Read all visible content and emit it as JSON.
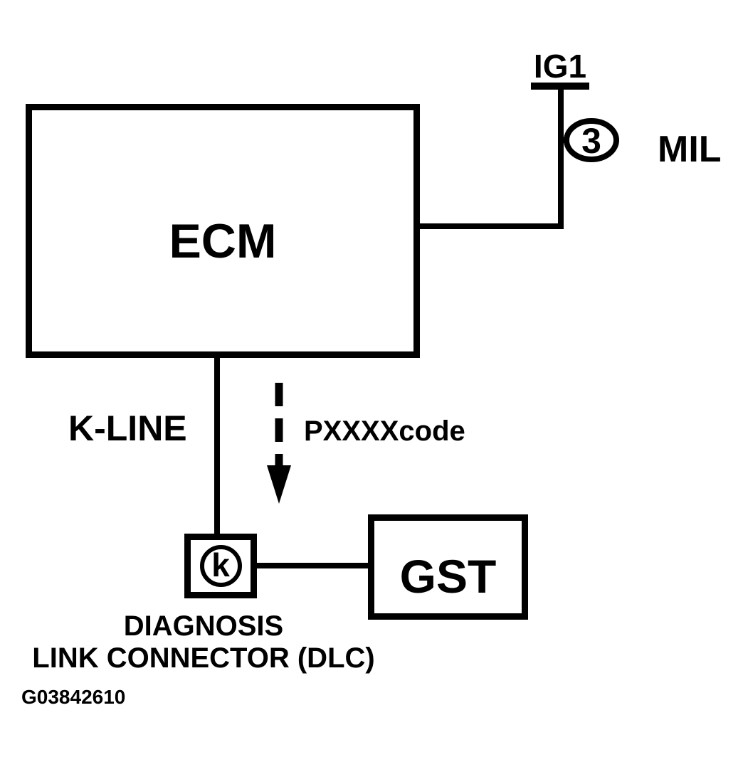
{
  "figure": {
    "id_label": "G03842610",
    "colors": {
      "ink": "#000000",
      "paper": "#ffffff"
    }
  },
  "nodes": {
    "ecm": {
      "label": "ECM"
    },
    "gst": {
      "label": "GST"
    },
    "dlc": {
      "symbol": "k",
      "caption_line1": "DIAGNOSIS",
      "caption_line2": "LINK CONNECTOR (DLC)"
    },
    "mil": {
      "label": "MIL",
      "filament_glyph": "3"
    },
    "ig1": {
      "label": "IG1"
    }
  },
  "wires": {
    "k_line_label": "K-LINE",
    "code_label": "PXXXXcode"
  }
}
